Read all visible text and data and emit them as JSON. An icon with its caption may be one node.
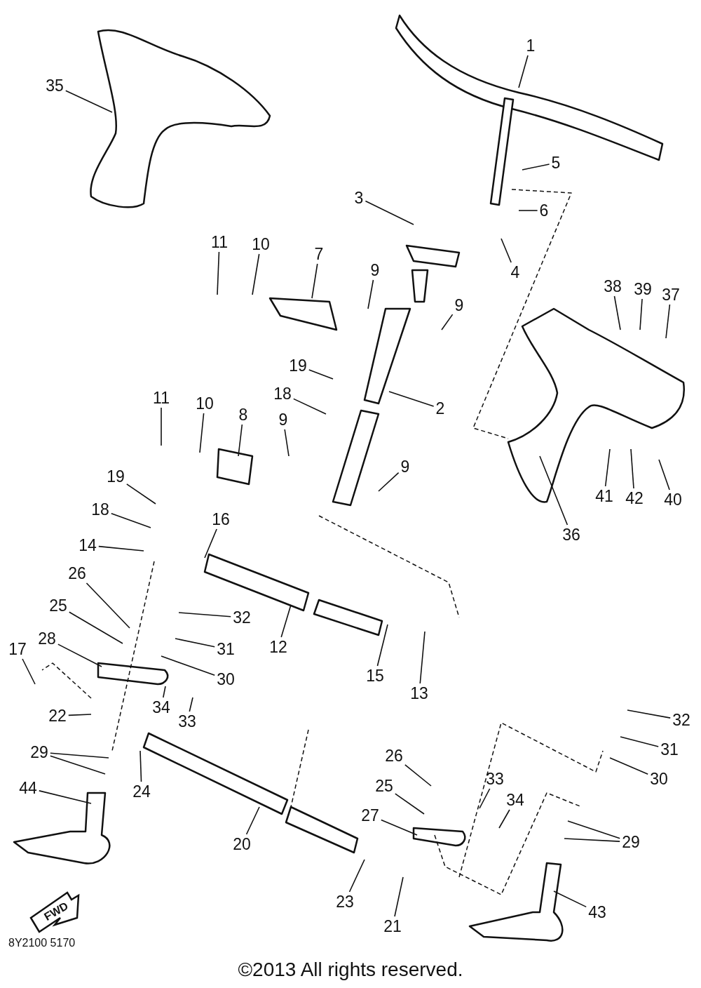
{
  "diagram": {
    "caption": "©2013 All rights reserved.",
    "nodes": [
      {
        "text": [
          "1"
        ]
      },
      {
        "text": [
          "35"
        ]
      },
      {
        "text": [
          "5"
        ]
      },
      {
        "text": [
          "6"
        ]
      },
      {
        "text": [
          "3"
        ]
      },
      {
        "text": [
          "4"
        ]
      },
      {
        "text": [
          "11"
        ]
      },
      {
        "text": [
          "10"
        ]
      },
      {
        "text": [
          "7"
        ]
      },
      {
        "text": [
          "9"
        ]
      },
      {
        "text": [
          "9"
        ]
      },
      {
        "text": [
          "38"
        ]
      },
      {
        "text": [
          "39"
        ]
      },
      {
        "text": [
          "37"
        ]
      },
      {
        "text": [
          "19"
        ]
      },
      {
        "text": [
          "18"
        ]
      },
      {
        "text": [
          "2"
        ]
      },
      {
        "text": [
          "11"
        ]
      },
      {
        "text": [
          "10"
        ]
      },
      {
        "text": [
          "8"
        ]
      },
      {
        "text": [
          "9"
        ]
      },
      {
        "text": [
          "9"
        ]
      },
      {
        "text": [
          "41"
        ]
      },
      {
        "text": [
          "42"
        ]
      },
      {
        "text": [
          "40"
        ]
      },
      {
        "text": [
          "36"
        ]
      },
      {
        "text": [
          "19"
        ]
      },
      {
        "text": [
          "18"
        ]
      },
      {
        "text": [
          "14"
        ]
      },
      {
        "text": [
          "16"
        ]
      },
      {
        "text": [
          "26"
        ]
      },
      {
        "text": [
          "25"
        ]
      },
      {
        "text": [
          "32"
        ]
      },
      {
        "text": [
          "31"
        ]
      },
      {
        "text": [
          "28"
        ]
      },
      {
        "text": [
          "12"
        ]
      },
      {
        "text": [
          "17"
        ]
      },
      {
        "text": [
          "30"
        ]
      },
      {
        "text": [
          "15"
        ]
      },
      {
        "text": [
          "13"
        ]
      },
      {
        "text": [
          "34"
        ]
      },
      {
        "text": [
          "33"
        ]
      },
      {
        "text": [
          "22"
        ]
      },
      {
        "text": [
          "32"
        ]
      },
      {
        "text": [
          "29"
        ]
      },
      {
        "text": [
          "31"
        ]
      },
      {
        "text": [
          "24"
        ]
      },
      {
        "text": [
          "26"
        ]
      },
      {
        "text": [
          "30"
        ]
      },
      {
        "text": [
          "33"
        ]
      },
      {
        "text": [
          "25"
        ]
      },
      {
        "text": [
          "34"
        ]
      },
      {
        "text": [
          "44"
        ]
      },
      {
        "text": [
          "27"
        ]
      },
      {
        "text": [
          "29"
        ]
      },
      {
        "text": [
          "20"
        ]
      },
      {
        "text": [
          "23"
        ]
      },
      {
        "text": [
          "21"
        ]
      },
      {
        "text": [
          "43"
        ]
      }
    ],
    "edges": [
      {
        "from": 0,
        "to": null,
        "arrow": "none"
      },
      {
        "from": 1,
        "to": null,
        "arrow": "none"
      },
      {
        "from": 2,
        "to": null,
        "arrow": "none"
      },
      {
        "from": 3,
        "to": null,
        "arrow": "none"
      },
      {
        "from": 4,
        "to": null,
        "arrow": "none"
      },
      {
        "from": 5,
        "to": null,
        "arrow": "none"
      },
      {
        "from": 6,
        "to": null,
        "arrow": "none"
      },
      {
        "from": 7,
        "to": null,
        "arrow": "none"
      },
      {
        "from": 8,
        "to": null,
        "arrow": "none"
      },
      {
        "from": 9,
        "to": null,
        "arrow": "none"
      },
      {
        "from": 10,
        "to": null,
        "arrow": "none"
      },
      {
        "from": 11,
        "to": null,
        "arrow": "none"
      },
      {
        "from": 12,
        "to": null,
        "arrow": "none"
      },
      {
        "from": 13,
        "to": null,
        "arrow": "none"
      },
      {
        "from": 14,
        "to": null,
        "arrow": "none"
      },
      {
        "from": 15,
        "to": null,
        "arrow": "none"
      },
      {
        "from": 16,
        "to": null,
        "arrow": "none"
      },
      {
        "from": 17,
        "to": null,
        "arrow": "none"
      },
      {
        "from": 18,
        "to": null,
        "arrow": "none"
      },
      {
        "from": 19,
        "to": null,
        "arrow": "none"
      },
      {
        "from": 20,
        "to": null,
        "arrow": "none"
      },
      {
        "from": 21,
        "to": null,
        "arrow": "none"
      },
      {
        "from": 22,
        "to": null,
        "arrow": "none"
      },
      {
        "from": 23,
        "to": null,
        "arrow": "none"
      },
      {
        "from": 24,
        "to": null,
        "arrow": "none"
      },
      {
        "from": 25,
        "to": null,
        "arrow": "none"
      },
      {
        "from": 26,
        "to": null,
        "arrow": "none"
      },
      {
        "from": 27,
        "to": null,
        "arrow": "none"
      },
      {
        "from": 28,
        "to": null,
        "arrow": "none"
      },
      {
        "from": 29,
        "to": null,
        "arrow": "none"
      },
      {
        "from": 30,
        "to": null,
        "arrow": "none"
      },
      {
        "from": 31,
        "to": null,
        "arrow": "none"
      },
      {
        "from": 32,
        "to": null,
        "arrow": "none"
      },
      {
        "from": 33,
        "to": null,
        "arrow": "none"
      },
      {
        "from": 34,
        "to": null,
        "arrow": "none"
      },
      {
        "from": 35,
        "to": null,
        "arrow": "none"
      },
      {
        "from": 36,
        "to": null,
        "arrow": "none"
      },
      {
        "from": 37,
        "to": null,
        "arrow": "none"
      },
      {
        "from": 38,
        "to": null,
        "arrow": "none"
      },
      {
        "from": 39,
        "to": null,
        "arrow": "none"
      },
      {
        "from": 40,
        "to": null,
        "arrow": "none"
      },
      {
        "from": 41,
        "to": null,
        "arrow": "none"
      },
      {
        "from": 42,
        "to": null,
        "arrow": "none"
      },
      {
        "from": 43,
        "to": null,
        "arrow": "none"
      },
      {
        "from": 44,
        "to": null,
        "arrow": "none"
      },
      {
        "from": 44,
        "to": null,
        "arrow": "none"
      },
      {
        "from": 45,
        "to": null,
        "arrow": "none"
      },
      {
        "from": 46,
        "to": null,
        "arrow": "none"
      },
      {
        "from": 47,
        "to": null,
        "arrow": "none"
      },
      {
        "from": 48,
        "to": null,
        "arrow": "none"
      },
      {
        "from": 49,
        "to": null,
        "arrow": "none"
      },
      {
        "from": 50,
        "to": null,
        "arrow": "none"
      },
      {
        "from": 51,
        "to": null,
        "arrow": "none"
      },
      {
        "from": 52,
        "to": null,
        "arrow": "none"
      },
      {
        "from": 53,
        "to": null,
        "arrow": "none"
      },
      {
        "from": 54,
        "to": null,
        "arrow": "none"
      },
      {
        "from": 54,
        "to": null,
        "arrow": "none"
      },
      {
        "from": 55,
        "to": null,
        "arrow": "none"
      },
      {
        "from": 56,
        "to": null,
        "arrow": "none"
      },
      {
        "from": 57,
        "to": null,
        "arrow": "none"
      },
      {
        "from": 58,
        "to": null,
        "arrow": "none"
      }
    ],
    "labels": [
      "FWD",
      "8Y2100 5170"
    ]
  }
}
